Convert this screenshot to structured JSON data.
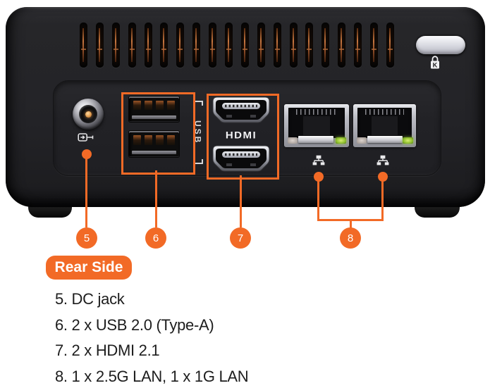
{
  "colors": {
    "accent": "#F26A26",
    "led_green": "#8FBF2E",
    "vent_glow": "#C4753F"
  },
  "device": {
    "usb_label": "USB",
    "hdmi_label": "HDMI",
    "kensington_label": "K"
  },
  "callouts": [
    {
      "num": "5",
      "target": "dc-jack"
    },
    {
      "num": "6",
      "target": "usb-ports"
    },
    {
      "num": "7",
      "target": "hdmi-ports"
    },
    {
      "num": "8",
      "target": "lan-ports"
    }
  ],
  "badge": "Rear Side",
  "legend": [
    "5. DC jack",
    "6. 2 x USB 2.0 (Type-A)",
    "7. 2 x HDMI 2.1",
    "8. 1 x 2.5G LAN, 1 x 1G LAN"
  ]
}
